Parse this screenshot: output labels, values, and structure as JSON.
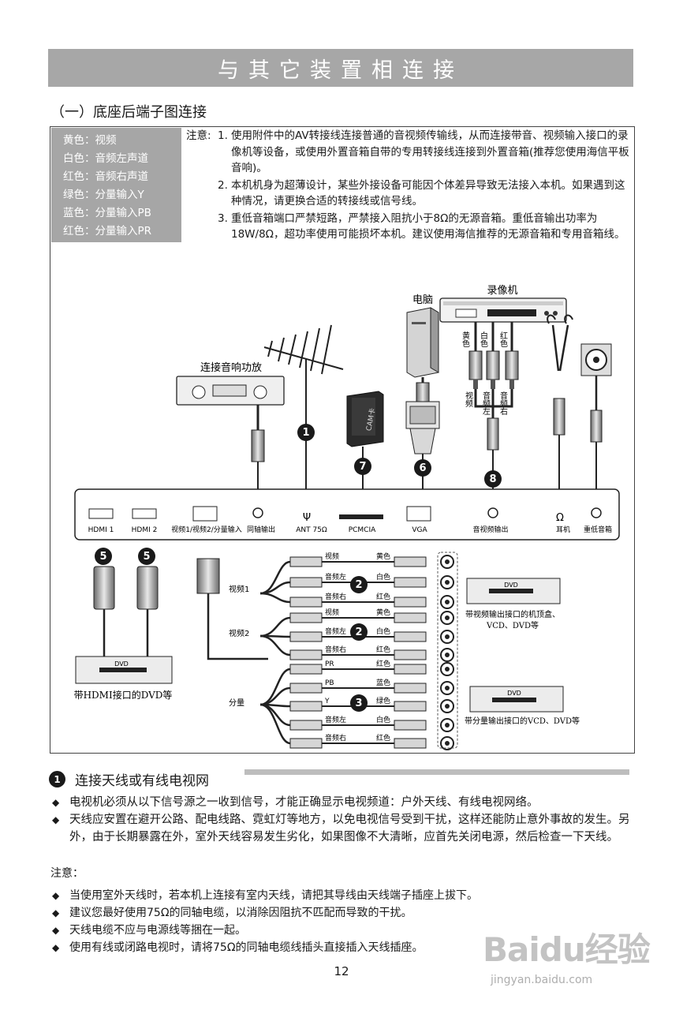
{
  "page": {
    "title": "与其它装置相连接",
    "section_heading": "（一）底座后端子图连接",
    "page_number": "12"
  },
  "legend": [
    "黄色：视频",
    "白色：音频左声道",
    "红色：音频右声道",
    "绿色：分量输入Y",
    "蓝色：分量输入PB",
    "红色：分量输入PR"
  ],
  "notes_top": {
    "prefix": "注意:",
    "items": [
      {
        "num": "1.",
        "text": "使用附件中的AV转接线连接普通的音视频传输线，从而连接带音、视频输入接口的录像机等设备，或使用外置音箱自带的专用转接线连接到外置音箱(推荐您使用海信平板音响)。"
      },
      {
        "num": "2.",
        "text": "本机机身为超薄设计，某些外接设备可能因个体差异导致无法接入本机。如果遇到这种情况，请更换合适的转接线或信号线。"
      },
      {
        "num": "3.",
        "text": "重低音箱端口严禁短路，严禁接入阻抗小于8Ω的无源音箱。重低音输出功率为18W/8Ω，超功率使用可能损坏本机。建议使用海信推荐的无源音箱和专用音箱线。"
      }
    ]
  },
  "diagram": {
    "devices": {
      "vcr": "录像机",
      "pc": "电脑",
      "amplifier": "连接音响功放",
      "cam": "CAM卡",
      "dvd_hdmi": "带HDMI接口的DVD等",
      "dvd_av_line1": "带视频输出接口的机顶盒、",
      "dvd_av_line2": "VCD、DVD等",
      "dvd_component": "带分量输出接口的VCD、DVD等",
      "dvd_logo": "DVD"
    },
    "vcr_cables": {
      "yellow": "黄色",
      "white": "白色",
      "red": "红色",
      "video": "视频",
      "audio_left": "音频左",
      "audio_right": "音频右"
    },
    "ports": {
      "hdmi1": "HDMI 1",
      "hdmi2": "HDMI 2",
      "av_input": "视频1/视频2/分量输入",
      "coax": "同轴输出",
      "ant": "ANT  75Ω",
      "pcmcia": "PCMCIA",
      "vga": "VGA",
      "av_out": "音视频输出",
      "headphone": "耳机",
      "subwoofer": "重低音箱"
    },
    "groups": {
      "video1": "视频1",
      "video2": "视频2",
      "component": "分量"
    },
    "cable_rows": [
      {
        "left": "视频",
        "right": "黄色"
      },
      {
        "left": "音频左",
        "right": "白色"
      },
      {
        "left": "音频右",
        "right": "红色"
      },
      {
        "left": "视频",
        "right": "黄色"
      },
      {
        "left": "音频左",
        "right": "白色"
      },
      {
        "left": "音频右",
        "right": "红色"
      },
      {
        "left": "PR",
        "right": "红色"
      },
      {
        "left": "PB",
        "right": "蓝色"
      },
      {
        "left": "Y",
        "right": "绿色"
      },
      {
        "left": "音频左",
        "right": "白色"
      },
      {
        "left": "音频右",
        "right": "红色"
      }
    ],
    "badges": {
      "b1": "1",
      "b2": "2",
      "b3": "3",
      "b5": "5",
      "b6": "6",
      "b7": "7",
      "b8": "8"
    }
  },
  "section1": {
    "num": "1",
    "title": "连接天线或有线电视网",
    "bullets": [
      "电视机必须从以下信号源之一收到信号，才能正确显示电视频道：户外天线、有线电视网络。",
      "天线应安置在避开公路、配电线路、霓虹灯等地方，以免电视信号受到干扰，这样还能防止意外事故的发生。另外，由于长期暴露在外，室外天线容易发生劣化，如果图像不大清晰，应首先关闭电源，然后检查一下天线。"
    ],
    "notes_label": "注意：",
    "notes": [
      "当使用室外天线时，若本机上连接有室内天线，请把其导线由天线端子插座上拔下。",
      "建议您最好使用75Ω的同轴电缆，以消除因阻抗不匹配而导致的干扰。",
      "天线电缆不应与电源线等捆在一起。",
      "使用有线或闭路电视时，请将75Ω的同轴电缆线插头直接插入天线插座。"
    ]
  },
  "watermark": {
    "logo": "Baidu经验",
    "url": "jingyan.baidu.com"
  }
}
